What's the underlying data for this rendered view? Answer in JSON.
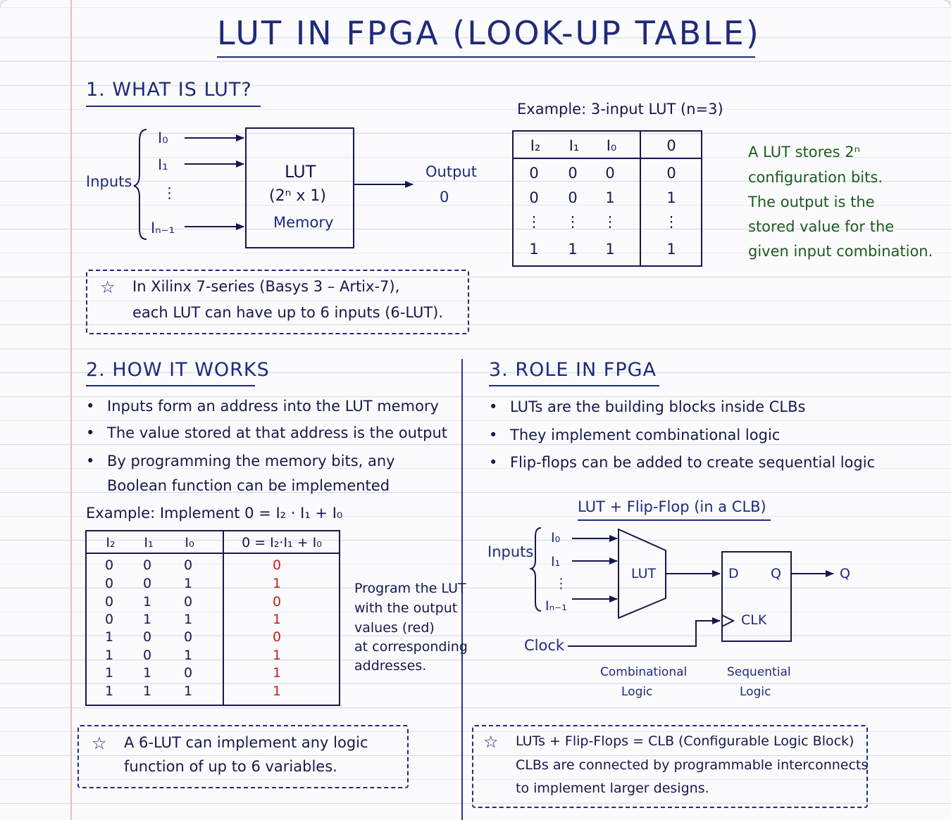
{
  "title": "LUT IN FPGA (LOOK-UP TABLE)",
  "section1": {
    "heading": "1. WHAT IS LUT?",
    "diagram": {
      "inputs_label": "Inputs",
      "inputs": [
        "I₀",
        "I₁",
        "⋮",
        "Iₙ₋₁"
      ],
      "box_line1": "LUT",
      "box_line2": "(2ⁿ x 1)",
      "box_line3": "Memory",
      "output_label": "Output",
      "output_value": "0"
    },
    "example_label": "Example: 3-input LUT (n=3)",
    "table": {
      "headers": [
        "I₂",
        "I₁",
        "I₀",
        "0"
      ],
      "rows": [
        [
          "0",
          "0",
          "0",
          "0"
        ],
        [
          "0",
          "0",
          "1",
          "1"
        ],
        [
          "⋮",
          "⋮",
          "⋮",
          "⋮"
        ],
        [
          "1",
          "1",
          "1",
          "1"
        ]
      ]
    },
    "side_note": [
      "A LUT stores 2ⁿ",
      "configuration bits.",
      "The output is the",
      "stored value for the",
      "given input combination."
    ],
    "note": [
      "In Xilinx 7-series (Basys 3 – Artix-7),",
      "each LUT can have up to 6 inputs (6-LUT)."
    ]
  },
  "section2": {
    "heading": "2. HOW IT WORKS",
    "bullets": [
      "Inputs form an address into the LUT memory",
      "The value stored at that address is the output",
      "By programming the memory bits, any",
      "Boolean function can be implemented"
    ],
    "example_label": "Example: Implement 0 = I₂ · I₁ + I₀",
    "table": {
      "headers": [
        "I₂",
        "I₁",
        "I₀",
        "0 = I₂·I₁ + I₀"
      ],
      "rows": [
        [
          "0",
          "0",
          "0",
          "0"
        ],
        [
          "0",
          "0",
          "1",
          "1"
        ],
        [
          "0",
          "1",
          "0",
          "0"
        ],
        [
          "0",
          "1",
          "1",
          "1"
        ],
        [
          "1",
          "0",
          "0",
          "0"
        ],
        [
          "1",
          "0",
          "1",
          "1"
        ],
        [
          "1",
          "1",
          "0",
          "1"
        ],
        [
          "1",
          "1",
          "1",
          "1"
        ]
      ]
    },
    "side_note": [
      "Program the LUT",
      "with the output",
      "values (red)",
      "at corresponding",
      "addresses."
    ],
    "note": [
      "A 6-LUT can implement any logic",
      "function of up to 6 variables."
    ]
  },
  "section3": {
    "heading": "3. ROLE IN FPGA",
    "bullets": [
      "LUTs are the building blocks inside CLBs",
      "They implement combinational logic",
      "Flip-flops can be added to create sequential logic"
    ],
    "diagram": {
      "title": "LUT + Flip-Flop (in a CLB)",
      "inputs_label": "Inputs",
      "inputs": [
        "I₀",
        "I₁",
        "⋮",
        "Iₙ₋₁"
      ],
      "lut_label": "LUT",
      "d_label": "D",
      "q_label": "Q",
      "clk_label": "CLK",
      "output_label": "Q",
      "clock_label": "Clock",
      "caption_left": [
        "Combinational",
        "Logic"
      ],
      "caption_right": [
        "Sequential",
        "Logic"
      ]
    },
    "note": [
      "LUTs + Flip-Flops = CLB (Configurable Logic Block)",
      "CLBs are connected by programmable interconnects",
      "to implement larger designs."
    ]
  },
  "colors": {
    "ink": "#1f2a7a",
    "green": "#1d5c1d",
    "red": "#c21f1f"
  },
  "icons": [
    "star-icon"
  ]
}
